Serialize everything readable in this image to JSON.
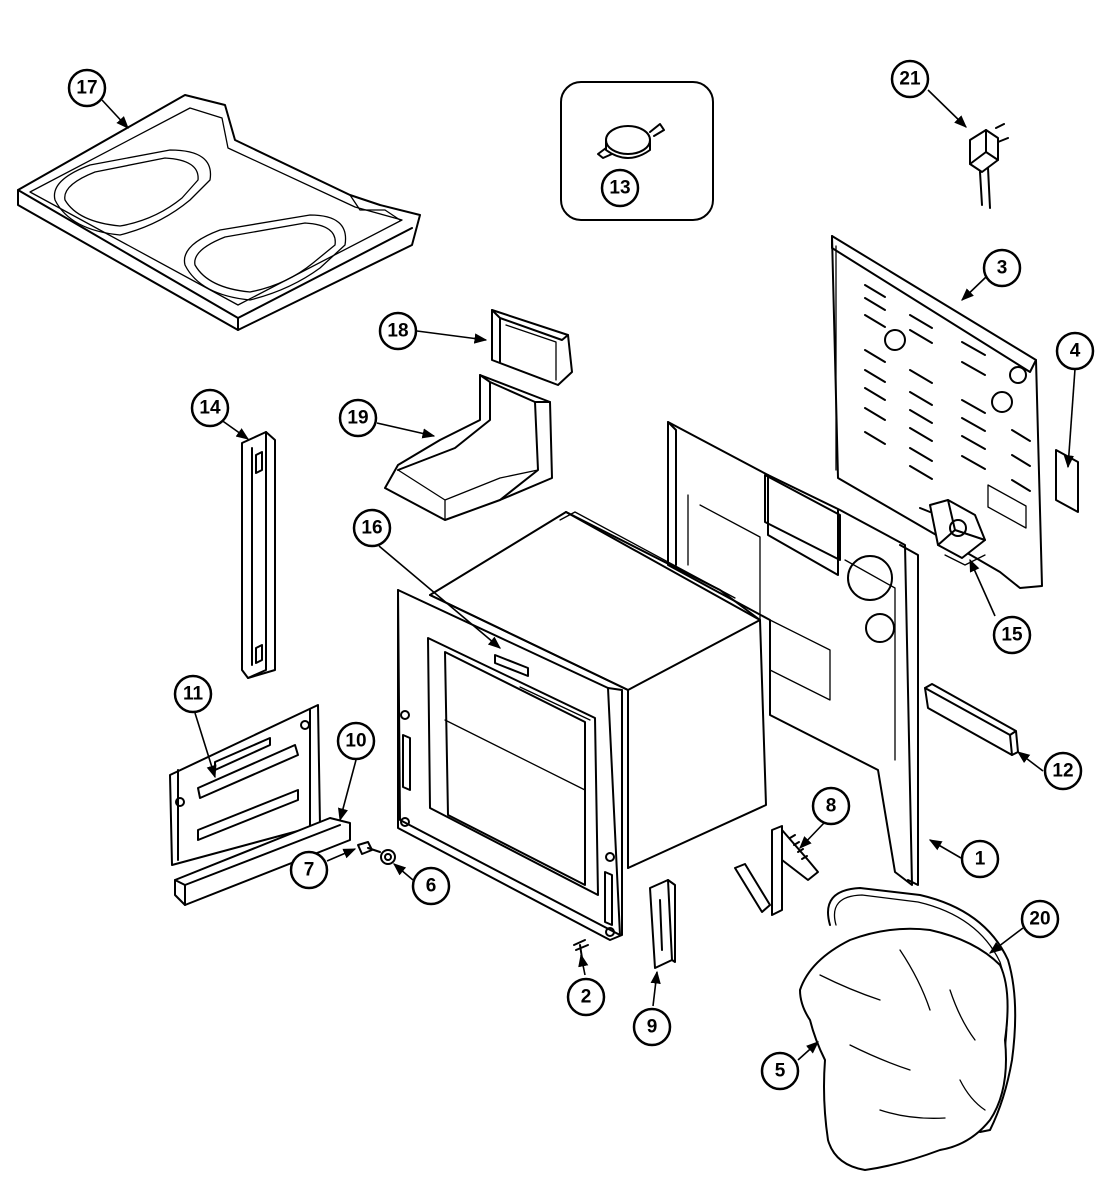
{
  "callouts": [
    {
      "label": "1"
    },
    {
      "label": "2"
    },
    {
      "label": "3"
    },
    {
      "label": "4"
    },
    {
      "label": "5"
    },
    {
      "label": "6"
    },
    {
      "label": "7"
    },
    {
      "label": "8"
    },
    {
      "label": "9"
    },
    {
      "label": "10"
    },
    {
      "label": "11"
    },
    {
      "label": "12"
    },
    {
      "label": "13"
    },
    {
      "label": "14"
    },
    {
      "label": "15"
    },
    {
      "label": "16"
    },
    {
      "label": "17"
    },
    {
      "label": "18"
    },
    {
      "label": "19"
    },
    {
      "label": "20"
    },
    {
      "label": "21"
    }
  ]
}
